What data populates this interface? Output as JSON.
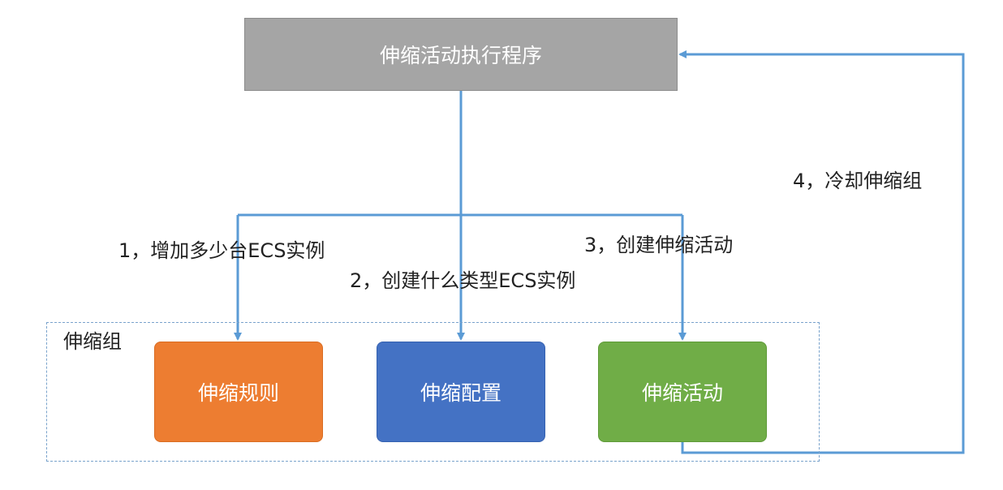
{
  "diagram": {
    "executor": {
      "label": "伸缩活动执行程序",
      "color": "#a5a5a5"
    },
    "group": {
      "label": "伸缩组",
      "components": [
        {
          "label": "伸缩规则",
          "color": "#ed7d31"
        },
        {
          "label": "伸缩配置",
          "color": "#4472c4"
        },
        {
          "label": "伸缩活动",
          "color": "#70ad47"
        }
      ]
    },
    "steps": [
      {
        "label": "1，增加多少台ECS实例"
      },
      {
        "label": "2，创建什么类型ECS实例"
      },
      {
        "label": "3，创建伸缩活动"
      },
      {
        "label": "4，冷却伸缩组"
      }
    ],
    "arrow_color": "#5b9bd5"
  }
}
